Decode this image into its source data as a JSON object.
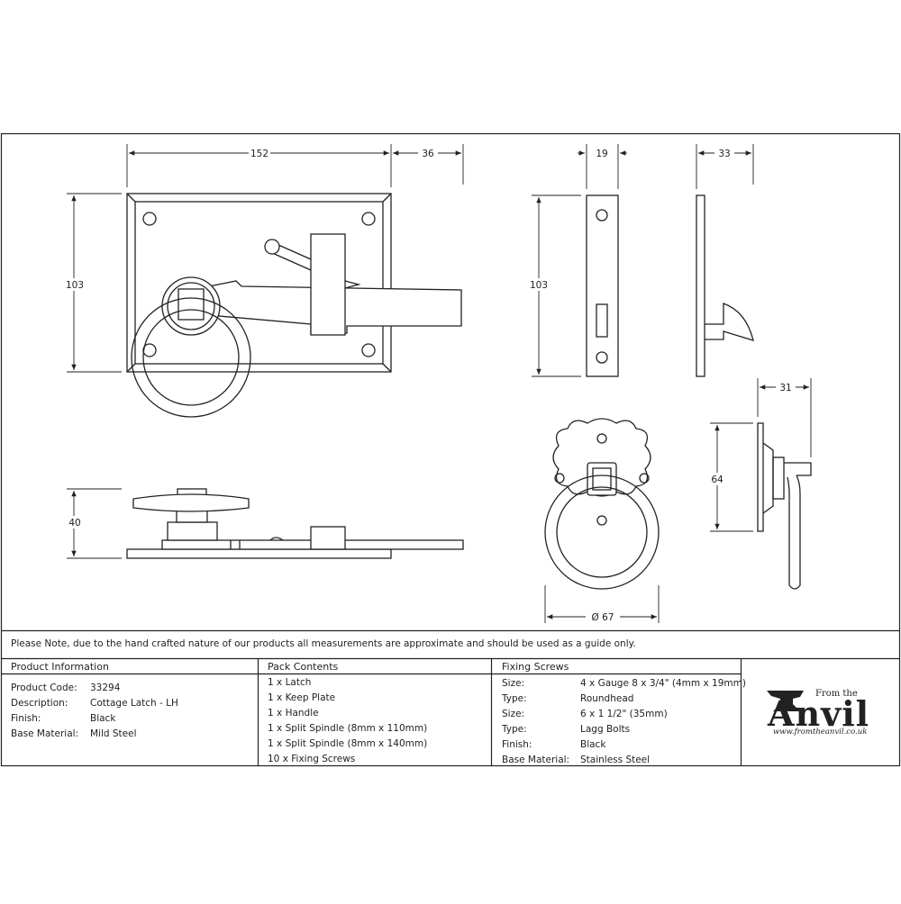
{
  "dimensions": {
    "front_width": "152",
    "handle_projection": "36",
    "front_height": "103",
    "keep_width": "19",
    "keep_height": "103",
    "keep_projection": "33",
    "ring_projection": "31",
    "plate_height": "64",
    "ring_diameter": "Ø 67",
    "top_height": "40"
  },
  "note": "Please Note, due to the hand crafted nature of our products all measurements are approximate and should be used as a guide only.",
  "product_information": {
    "heading": "Product Information",
    "rows": [
      {
        "label": "Product Code:",
        "value": "33294"
      },
      {
        "label": "Description:",
        "value": "Cottage Latch - LH"
      },
      {
        "label": "Finish:",
        "value": "Black"
      },
      {
        "label": "Base Material:",
        "value": "Mild Steel"
      }
    ]
  },
  "pack_contents": {
    "heading": "Pack Contents",
    "items": [
      "1 x Latch",
      "1 x Keep Plate",
      "1 x Handle",
      "1 x Split Spindle (8mm x 110mm)",
      "1 x Split Spindle (8mm x 140mm)",
      "10 x Fixing Screws"
    ]
  },
  "fixing_screws": {
    "heading": "Fixing Screws",
    "rows": [
      {
        "label": "Size:",
        "value": "4 x Gauge 8 x 3/4\" (4mm x 19mm)"
      },
      {
        "label": "Type:",
        "value": "Roundhead"
      },
      {
        "label": "Size:",
        "value": "6 x 1 1/2\" (35mm)"
      },
      {
        "label": "Type:",
        "value": "Lagg Bolts"
      },
      {
        "label": "Finish:",
        "value": "Black"
      },
      {
        "label": "Base Material:",
        "value": "Stainless Steel"
      }
    ]
  },
  "logo": {
    "from_the": "From the",
    "name": "Anvil",
    "url": "www.fromtheanvil.co.uk"
  }
}
